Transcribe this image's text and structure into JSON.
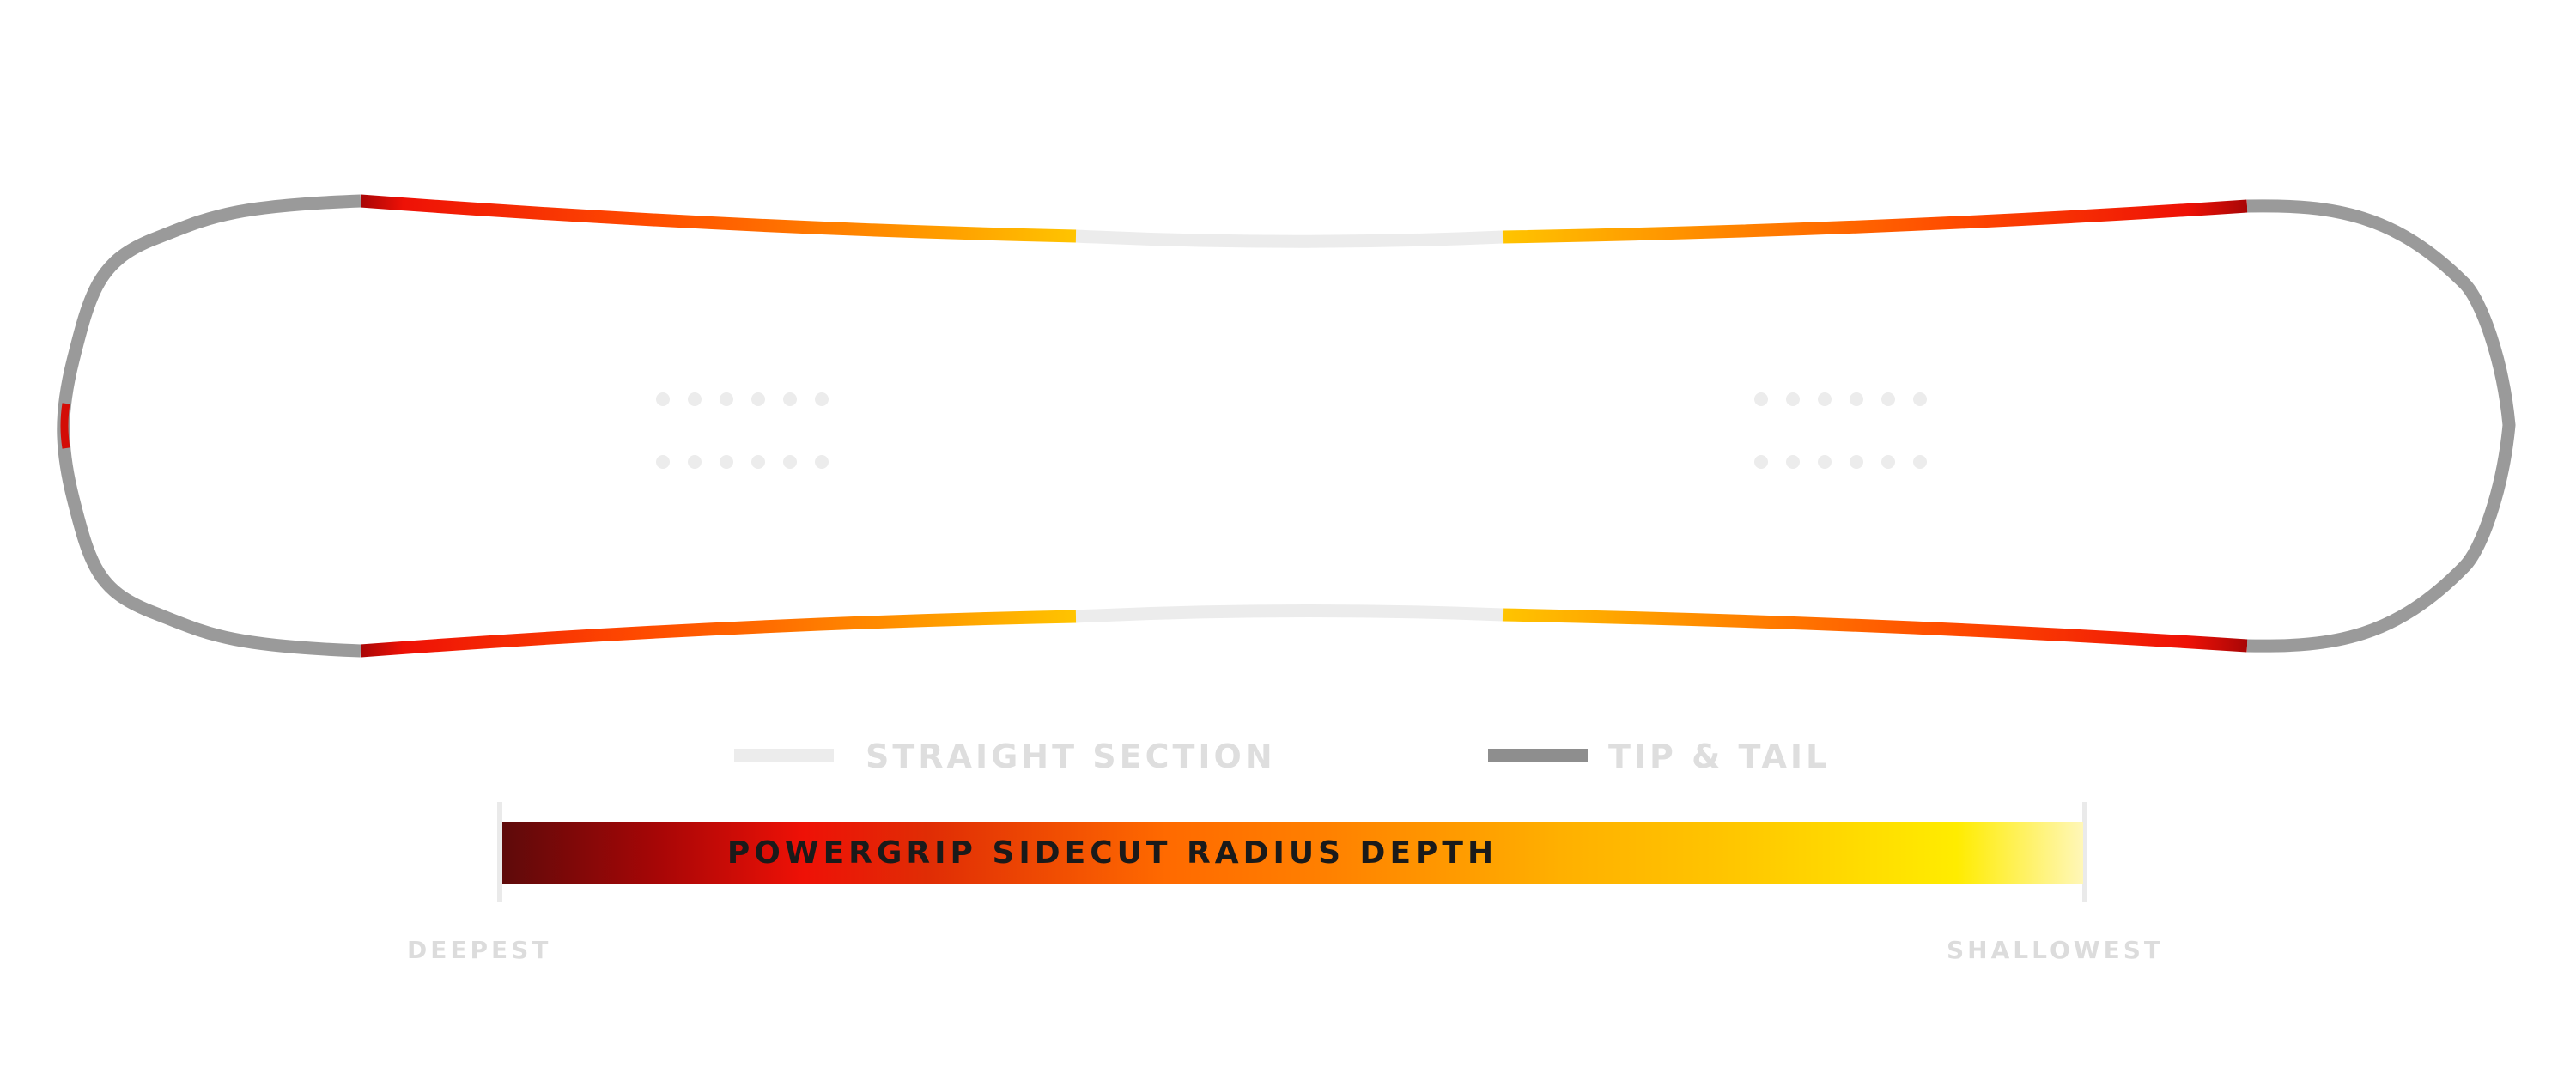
{
  "legend": {
    "straight_section": "STRAIGHT SECTION",
    "tip_and_tail": "TIP & TAIL"
  },
  "gradient_bar": {
    "title": "POWERGRIP SIDECUT RADIUS DEPTH",
    "deepest_label": "DEEPEST",
    "shallowest_label": "SHALLOWEST"
  },
  "colors": {
    "tip_tail": "#9a9a9a",
    "straight": "#ececec",
    "insert_dots": "#ececec",
    "deepest": "#5e0a0a",
    "deep": "#a80606",
    "red": "#ee1106",
    "orange": "#ff8000",
    "amber": "#ffc400",
    "yellow": "#ffec00",
    "shallowest": "#fff7b8",
    "title_text": "#1a1a1a",
    "label_text": "#dedede"
  }
}
